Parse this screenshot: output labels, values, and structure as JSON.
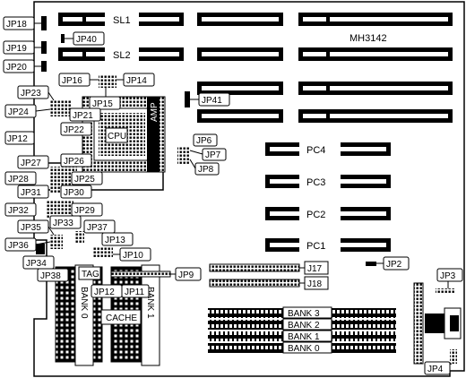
{
  "board_name": "MH3142",
  "slots": {
    "sl1": "SL1",
    "sl2": "SL2",
    "pc4": "PC4",
    "pc3": "PC3",
    "pc2": "PC2",
    "pc1": "PC1"
  },
  "chips": {
    "cpu": "CPU",
    "amp": "AMP",
    "tag": "TAG",
    "cache": "CACHE",
    "bank0_vertical": "BANK 0",
    "bank1_vertical": "BANK 1"
  },
  "memory_banks": [
    "BANK 3",
    "BANK 2",
    "BANK 1",
    "BANK 0"
  ],
  "connectors": {
    "j17": "J17",
    "j18": "J18"
  },
  "jumpers": {
    "jp18": "JP18",
    "jp19": "JP19",
    "jp20": "JP20",
    "jp40": "JP40",
    "jp16": "JP16",
    "jp14": "JP14",
    "jp15": "JP15",
    "jp23": "JP23",
    "jp24": "JP24",
    "jp21": "JP21",
    "jp22": "JP22",
    "jp12_left": "JP12",
    "jp41": "JP41",
    "jp6": "JP6",
    "jp7": "JP7",
    "jp8": "JP8",
    "jp27": "JP27",
    "jp26": "JP26",
    "jp28": "JP28",
    "jp25": "JP25",
    "jp31": "JP31",
    "jp30": "JP30",
    "jp32": "JP32",
    "jp29": "JP29",
    "jp33": "JP33",
    "jp37": "JP37",
    "jp35": "JP35",
    "jp13": "JP13",
    "jp36": "JP36",
    "jp10": "JP10",
    "jp34": "JP34",
    "jp38": "JP38",
    "jp9": "JP9",
    "jp12": "JP12",
    "jp11": "JP11",
    "jp2": "JP2",
    "jp3": "JP3",
    "jp4": "JP4"
  }
}
